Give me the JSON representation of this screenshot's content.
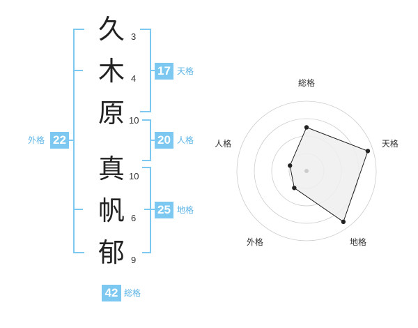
{
  "name": {
    "surname": [
      {
        "char": "久",
        "strokes": "3"
      },
      {
        "char": "木",
        "strokes": "4"
      },
      {
        "char": "原",
        "strokes": "10"
      }
    ],
    "given": [
      {
        "char": "真",
        "strokes": "10"
      },
      {
        "char": "帆",
        "strokes": "6"
      },
      {
        "char": "郁",
        "strokes": "9"
      }
    ]
  },
  "kaku": {
    "tenkaku": {
      "value": "17",
      "label": "天格"
    },
    "jinkaku": {
      "value": "20",
      "label": "人格"
    },
    "chikaku": {
      "value": "25",
      "label": "地格"
    },
    "gaikaku": {
      "value": "22",
      "label": "外格"
    },
    "soukaku": {
      "value": "42",
      "label": "総格"
    }
  },
  "chart_data": {
    "type": "radar",
    "axes": [
      "総格",
      "天格",
      "地格",
      "外格",
      "人格"
    ],
    "rings": 4,
    "range": [
      0,
      4
    ],
    "values": [
      2.5,
      3.7,
      3.6,
      1.2,
      1.0
    ],
    "colors": {
      "fill": "#efefef",
      "line": "#222222",
      "ring": "#cccccc",
      "center": "#cccccc"
    }
  },
  "colors": {
    "accent": "#7cc8f0",
    "label": "#5cb4e6"
  }
}
